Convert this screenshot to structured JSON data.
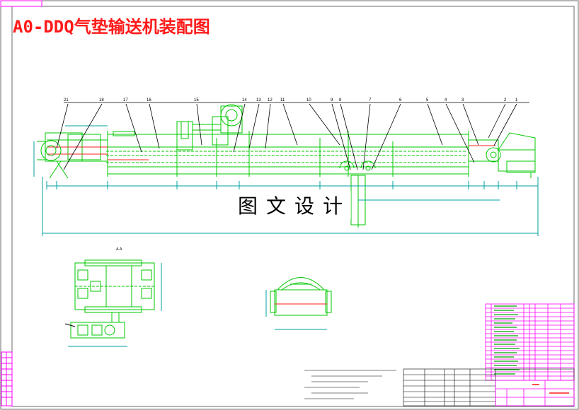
{
  "title": "A0-DDQ气垫输送机装配图",
  "watermark": "图文设计",
  "view_label": "A-A",
  "colors": {
    "frame": "#6a6a6a",
    "part": "#00c800",
    "dimension": "#00a0a0",
    "leader": "#000000",
    "hidden": "#ff2020",
    "table_line": "#ff00ff",
    "table_text": "#00a000",
    "titlebar_brand": "#ff2020"
  },
  "balloons": [
    "21",
    "18",
    "17",
    "16",
    "15",
    "14",
    "13",
    "12",
    "11",
    "10",
    "9",
    "8",
    "7",
    "6",
    "5",
    "4",
    "3",
    "2",
    "1"
  ]
}
